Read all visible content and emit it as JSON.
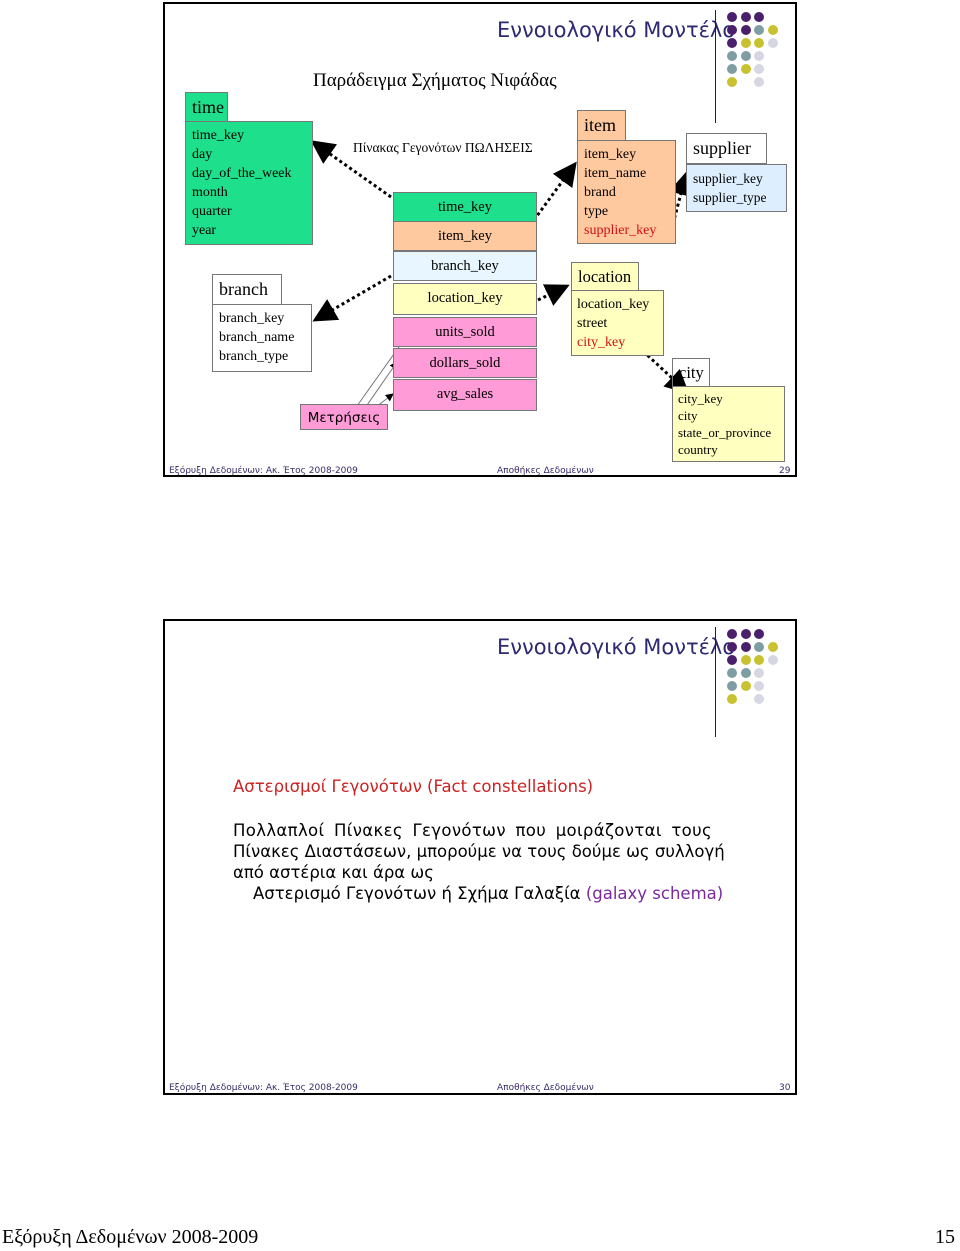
{
  "colors": {
    "title": "#2e2a72",
    "footer_text": "#3a2a6a",
    "dim_green": "#1ee08c",
    "fact_peach": "#ffc9a0",
    "fact_lightblue": "#e8f6ff",
    "fact_yellow": "#ffffc0",
    "fact_pink": "#ff9cd8",
    "item_orange": "#ffc9a0",
    "supplier_blue": "#ddeeff",
    "location_yellow": "#ffffc0",
    "city_yellow": "#ffffc0",
    "measures_pink": "#ff9cd8",
    "red_attr": "#d21010",
    "fact_heading": "#cc2222",
    "galaxy": "#7a2a9a"
  },
  "slide1": {
    "title": "Εννοιολογικό Μοντέλο",
    "subtitle": "Παράδειγμα Σχήματος Νιφάδας",
    "fact_caption": "Πίνακας Γεγονότων ΠΩΛΗΣΕΙΣ",
    "measures_label": "Μετρήσεις",
    "time": {
      "header": "time",
      "attrs": [
        "time_key",
        "day",
        "day_of_the_week",
        "month",
        "quarter",
        "year"
      ]
    },
    "branch": {
      "header": "branch",
      "attrs": [
        "branch_key",
        "branch_name",
        "branch_type"
      ]
    },
    "fact": {
      "time_key": "time_key",
      "item_key": "item_key",
      "branch_key": "branch_key",
      "location_key": "location_key",
      "units_sold": "units_sold",
      "dollars_sold": "dollars_sold",
      "avg_sales": "avg_sales"
    },
    "item": {
      "header": "item",
      "attrs": [
        "item_key",
        "item_name",
        "brand",
        "type"
      ],
      "fk": "supplier_key"
    },
    "supplier": {
      "header": "supplier",
      "attrs": [
        "supplier_key",
        "supplier_type"
      ]
    },
    "location": {
      "header": "location",
      "attrs": [
        "location_key",
        "street"
      ],
      "fk": "city_key"
    },
    "city": {
      "header": "city",
      "attrs": [
        "city_key",
        "city",
        "state_or_province",
        "country"
      ]
    },
    "footer_left": "Εξόρυξη Δεδομένων: Ακ. Έτος 2008-2009",
    "footer_center": "Αποθήκες Δεδομένων",
    "page": "29"
  },
  "slide2": {
    "title": "Εννοιολογικό Μοντέλο",
    "heading": "Αστερισμοί Γεγονότων (Fact constellations)",
    "body_lines": [
      "Πολλαπλοί Πίνακες Γεγονότων που μοιράζονται τους",
      "Πίνακες Διαστάσεων, μπορούμε να τους δούμε ως συλλογή",
      "από αστέρια και άρα ως"
    ],
    "last_line_prefix": "Αστερισμό Γεγονότων ή Σχήμα Γαλαξία",
    "last_line_emphasis": "(galaxy schema)",
    "footer_left": "Εξόρυξη Δεδομένων: Ακ. Έτος 2008-2009",
    "footer_center": "Αποθήκες Δεδομένων",
    "page": "30"
  },
  "page_footer": {
    "left": "Εξόρυξη Δεδομένων 2008-2009",
    "right": "15"
  }
}
